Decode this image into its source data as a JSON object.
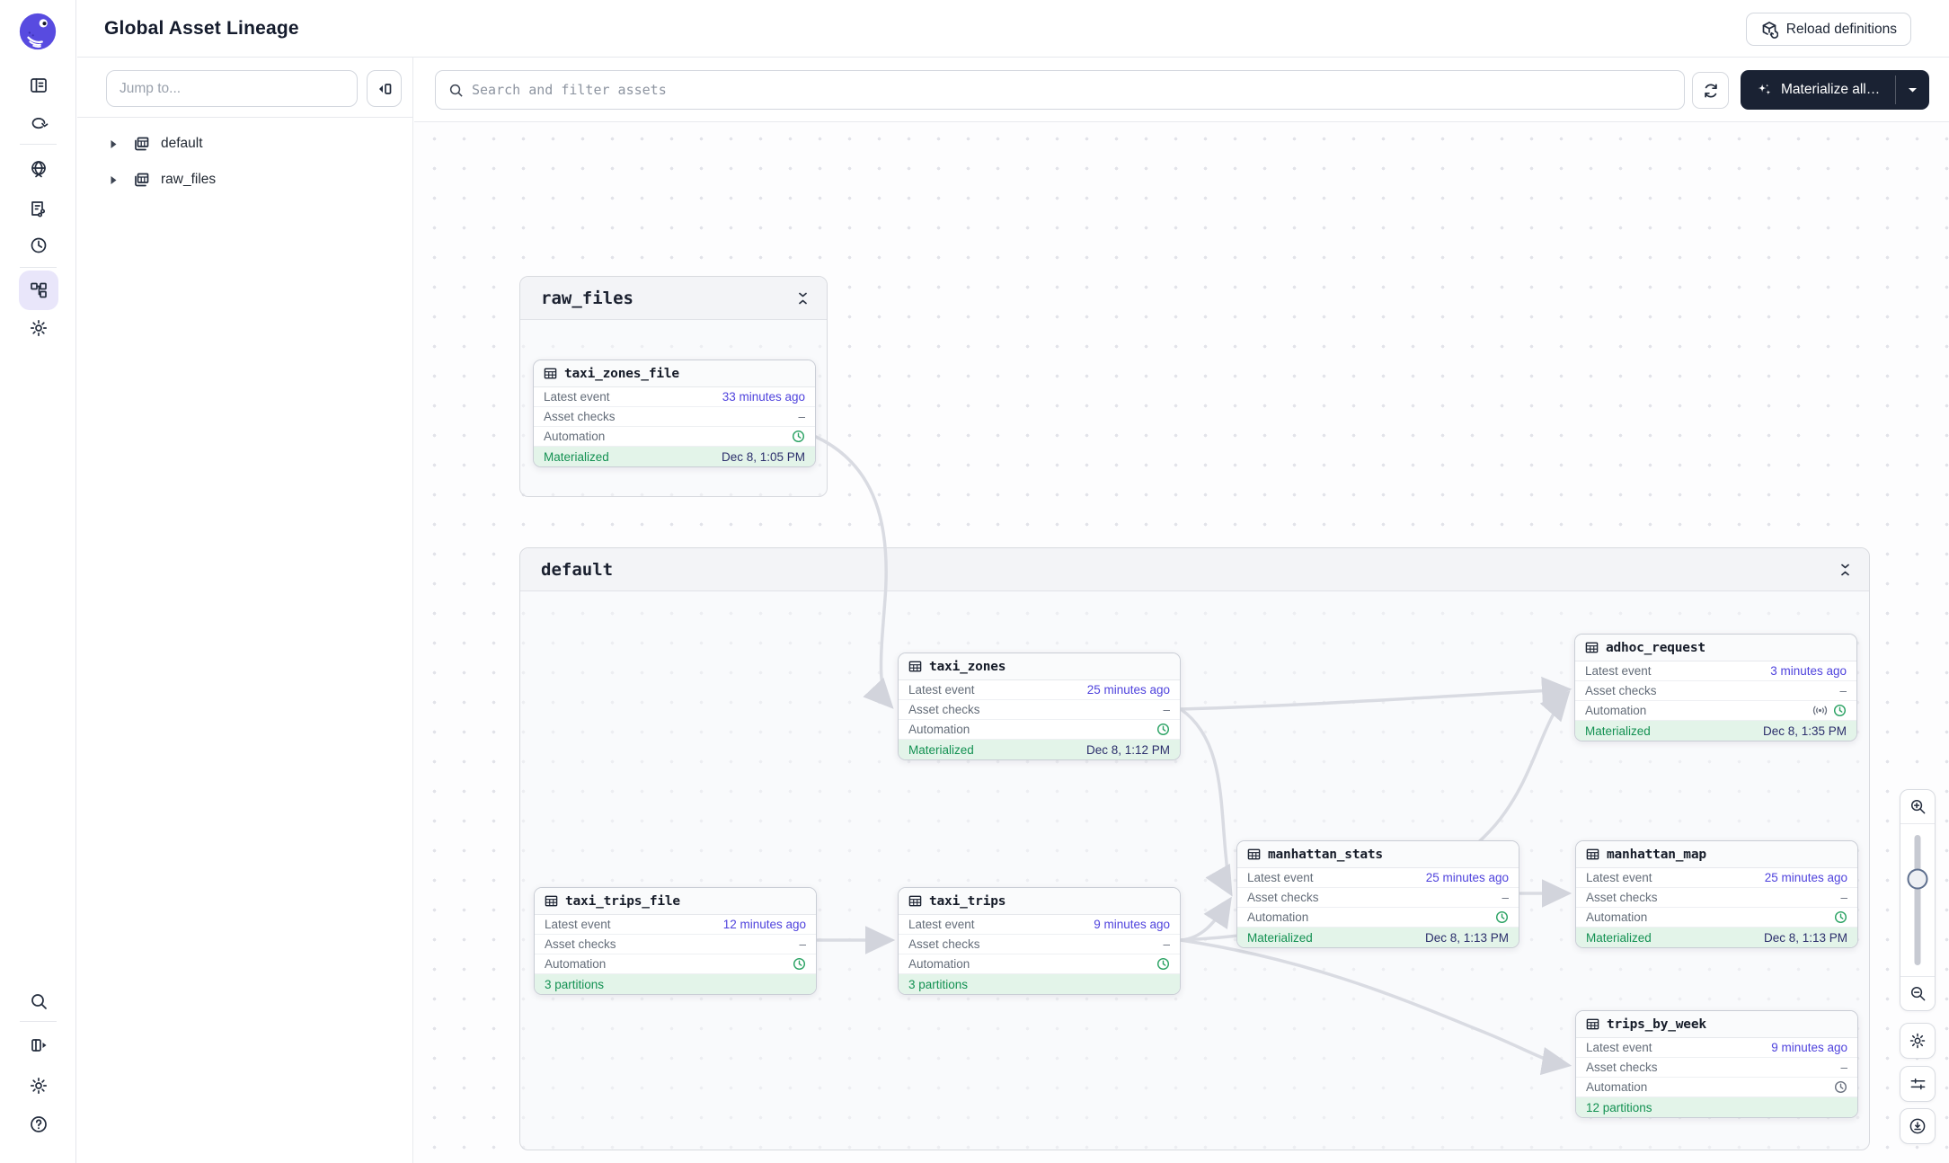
{
  "header": {
    "title": "Global Asset Lineage",
    "reload_button": "Reload definitions"
  },
  "sidebar_rail": {
    "top_icons": [
      "overview-icon",
      "runs-icon",
      "deployment-icon",
      "jobs-icon",
      "schedules-icon",
      "lineage-icon",
      "settings-icon"
    ],
    "active_icon": "lineage-icon",
    "bottom_icons": [
      "search-icon",
      "expand-panel-icon",
      "settings-icon",
      "help-icon"
    ]
  },
  "asset_tree": {
    "jump_placeholder": "Jump to...",
    "items": [
      {
        "label": "default",
        "icon": "asset-group-icon"
      },
      {
        "label": "raw_files",
        "icon": "asset-group-icon"
      }
    ]
  },
  "toolbar": {
    "search_placeholder": "Search and filter assets",
    "search_icon": "search-icon",
    "refresh_icon": "refresh-icon",
    "materialize_button": "Materialize all…",
    "materialize_icon": "sparkle-icon"
  },
  "canvas": {
    "groups": [
      {
        "name": "raw_files"
      },
      {
        "name": "default"
      }
    ],
    "row_labels": {
      "latest_event": "Latest event",
      "asset_checks": "Asset checks",
      "automation": "Automation"
    },
    "nodes": [
      {
        "title": "taxi_zones_file",
        "group": "raw_files",
        "latest_event": "33 minutes ago",
        "asset_checks": "–",
        "automation_icons": [
          "clock-icon-green"
        ],
        "footer_label": "Materialized",
        "footer_value": "Dec 8, 1:05 PM"
      },
      {
        "title": "taxi_zones",
        "group": "default",
        "latest_event": "25 minutes ago",
        "asset_checks": "–",
        "automation_icons": [
          "clock-icon-green"
        ],
        "footer_label": "Materialized",
        "footer_value": "Dec 8, 1:12 PM"
      },
      {
        "title": "adhoc_request",
        "group": "default",
        "latest_event": "3 minutes ago",
        "asset_checks": "–",
        "automation_icons": [
          "sensor-icon",
          "clock-icon-green"
        ],
        "footer_label": "Materialized",
        "footer_value": "Dec 8, 1:35 PM"
      },
      {
        "title": "manhattan_stats",
        "group": "default",
        "latest_event": "25 minutes ago",
        "asset_checks": "–",
        "automation_icons": [
          "clock-icon-green"
        ],
        "footer_label": "Materialized",
        "footer_value": "Dec 8, 1:13 PM"
      },
      {
        "title": "manhattan_map",
        "group": "default",
        "latest_event": "25 minutes ago",
        "asset_checks": "–",
        "automation_icons": [
          "clock-icon-green"
        ],
        "footer_label": "Materialized",
        "footer_value": "Dec 8, 1:13 PM"
      },
      {
        "title": "taxi_trips_file",
        "group": "default",
        "latest_event": "12 minutes ago",
        "asset_checks": "–",
        "automation_icons": [
          "clock-icon-green"
        ],
        "footer_label": "3 partitions",
        "footer_value": ""
      },
      {
        "title": "taxi_trips",
        "group": "default",
        "latest_event": "9 minutes ago",
        "asset_checks": "–",
        "automation_icons": [
          "clock-icon-green"
        ],
        "footer_label": "3 partitions",
        "footer_value": ""
      },
      {
        "title": "trips_by_week",
        "group": "default",
        "latest_event": "9 minutes ago",
        "asset_checks": "–",
        "automation_icons": [
          "clock-icon-gray"
        ],
        "footer_label": "12 partitions",
        "footer_value": ""
      }
    ],
    "edges": [
      "taxi_zones_file→taxi_zones",
      "taxi_trips_file→taxi_trips",
      "taxi_zones→adhoc_request",
      "taxi_zones→manhattan_stats",
      "taxi_trips→manhattan_stats",
      "taxi_trips→adhoc_request",
      "taxi_trips→trips_by_week",
      "manhattan_stats→manhattan_map"
    ]
  },
  "graph_controls": {
    "icons": [
      "zoom-in-icon",
      "zoom-slider",
      "zoom-out-icon",
      "settings-icon",
      "filter-icon",
      "download-icon"
    ]
  },
  "colors": {
    "accent": "#4f43dd",
    "green": "#139152",
    "green_bg": "#e3f4e9",
    "dark_button": "#1a2233",
    "edge": "#d9dbe2",
    "logo": "#584be0"
  }
}
